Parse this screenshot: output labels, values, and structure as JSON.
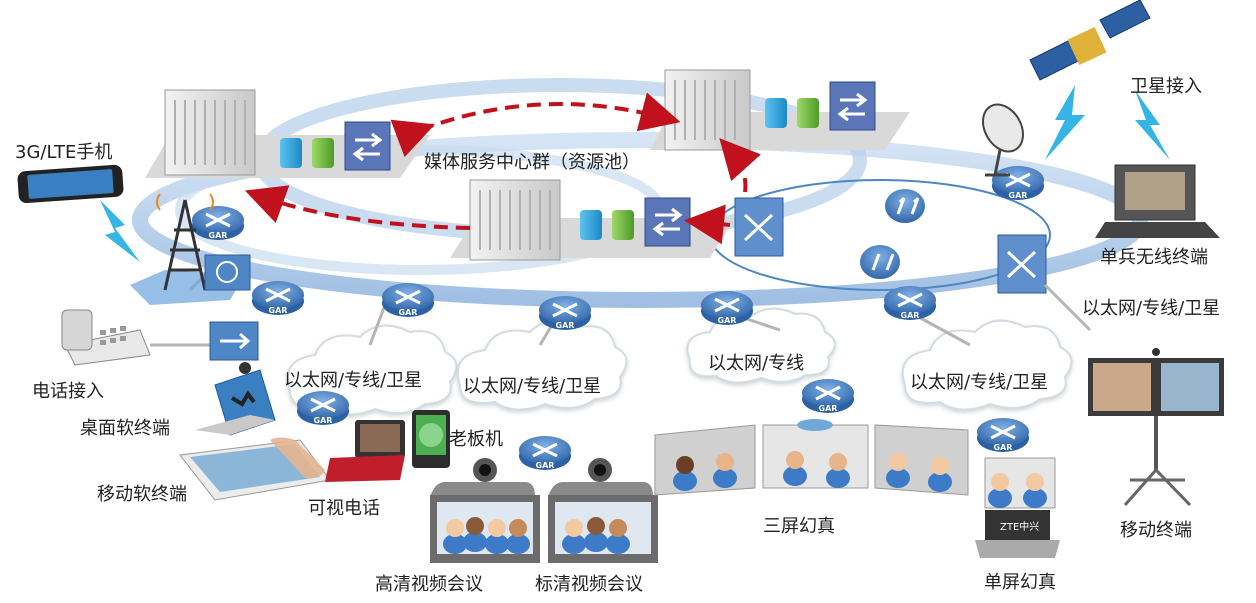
{
  "title": "媒体服务中心群（资源池）",
  "router_label": "GAR",
  "labels": {
    "phone_3g": "3G/LTE手机",
    "telephone": "电话接入",
    "desktop_soft": "桌面软终端",
    "mobile_soft": "移动软终端",
    "video_phone": "可视电话",
    "boss": "老板机",
    "hd_conf": "高清视频会议",
    "sd_conf": "标清视频会议",
    "triple_screen": "三屏幻真",
    "single_screen": "单屏幻真",
    "satellite": "卫星接入",
    "soldier": "单兵无线终端",
    "mobile_term": "移动终端",
    "right_network": "以太网/专线/卫星"
  },
  "clouds": [
    "以太网/专线/卫星",
    "以太网/专线/卫星",
    "以太网/专线",
    "以太网/专线/卫星"
  ],
  "colors": {
    "ring": "#a9c6e6",
    "ring_dark": "#6f9fd1",
    "router": "#4f86c6",
    "arrow": "#c0111c",
    "bolt": "#35b4e6",
    "screen_frame": "#6c6c6c"
  },
  "brand_mark": "ZTE中兴"
}
